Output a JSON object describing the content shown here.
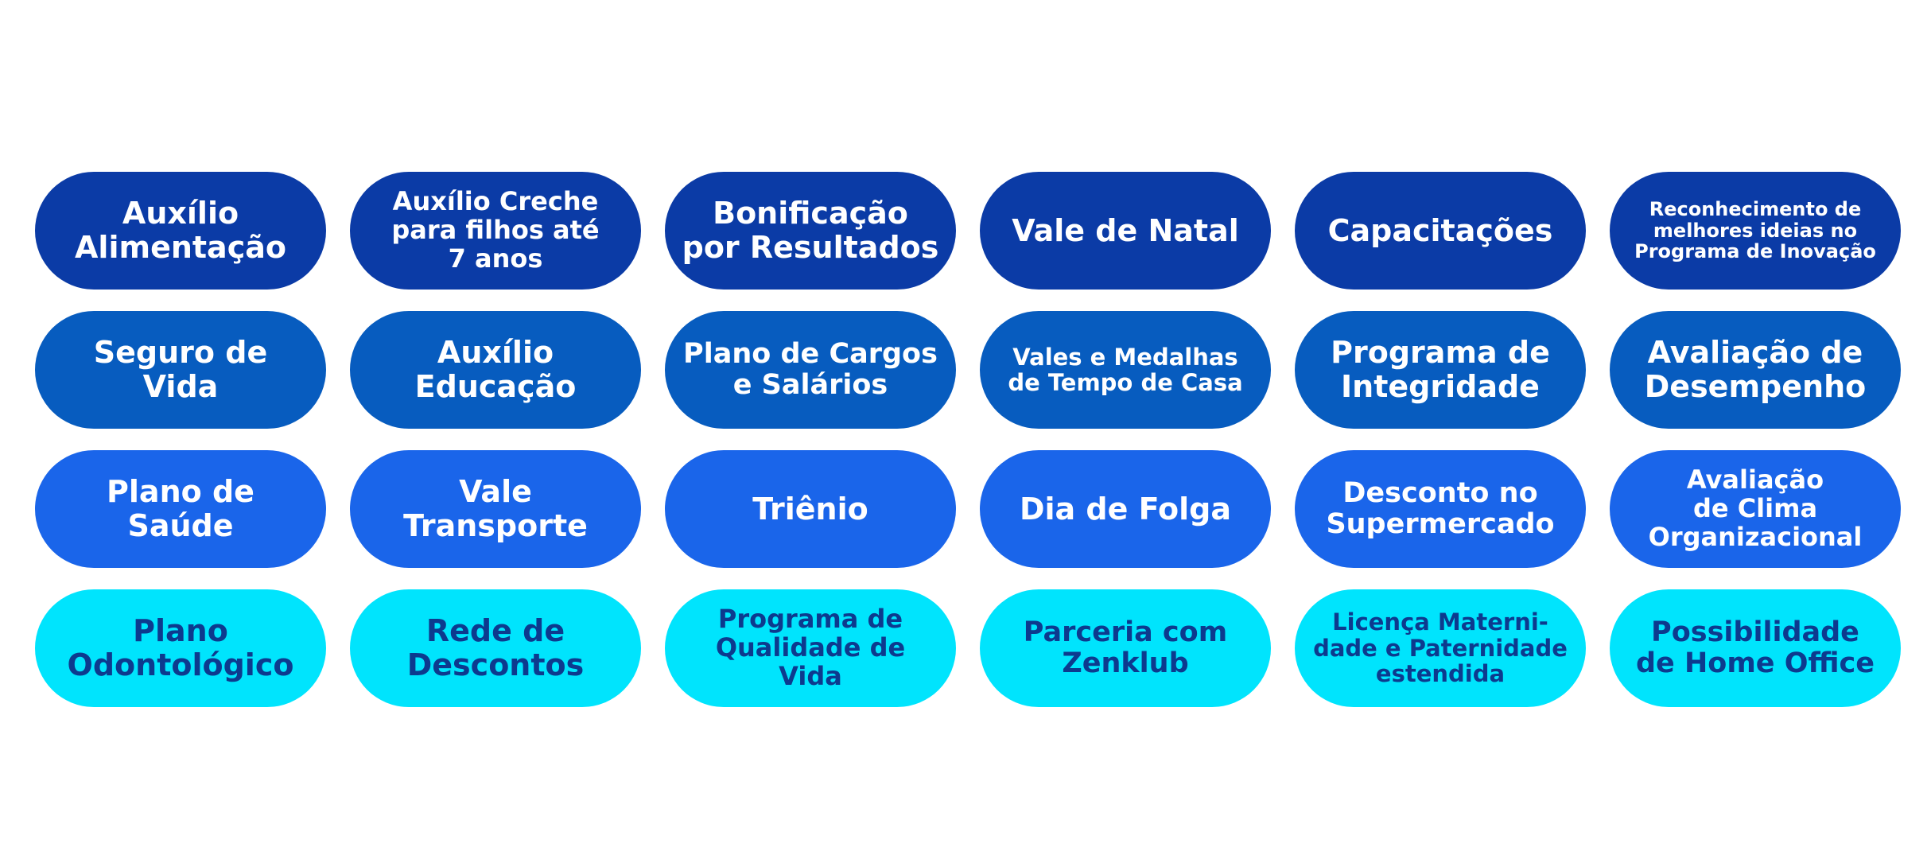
{
  "colors": {
    "row1_bg": "#0b3ba6",
    "row2_bg": "#075cbf",
    "row3_bg": "#1a65ea",
    "row4_bg": "#00e4fd",
    "light_text": "#ffffff",
    "dark_text": "#0d3a8e"
  },
  "benefits": {
    "row1": [
      "Auxílio\nAlimentação",
      "Auxílio Creche\npara filhos até\n7 anos",
      "Bonificação\npor Resultados",
      "Vale de Natal",
      "Capacitações",
      "Reconhecimento de\nmelhores ideias no\nPrograma de Inovação"
    ],
    "row2": [
      "Seguro de\nVida",
      "Auxílio\nEducação",
      "Plano de Cargos\ne Salários",
      "Vales e Medalhas\nde Tempo de Casa",
      "Programa de\nIntegridade",
      "Avaliação de\nDesempenho"
    ],
    "row3": [
      "Plano de\nSaúde",
      "Vale\nTransporte",
      "Triênio",
      "Dia de Folga",
      "Desconto no\nSupermercado",
      "Avaliação\nde Clima\nOrganizacional"
    ],
    "row4": [
      "Plano\nOdontológico",
      "Rede de\nDescontos",
      "Programa de\nQualidade de\nVida",
      "Parceria com\nZenklub",
      "Licença Materni-\ndade e Paternidade\nestendida",
      "Possibilidade\nde Home Office"
    ]
  }
}
